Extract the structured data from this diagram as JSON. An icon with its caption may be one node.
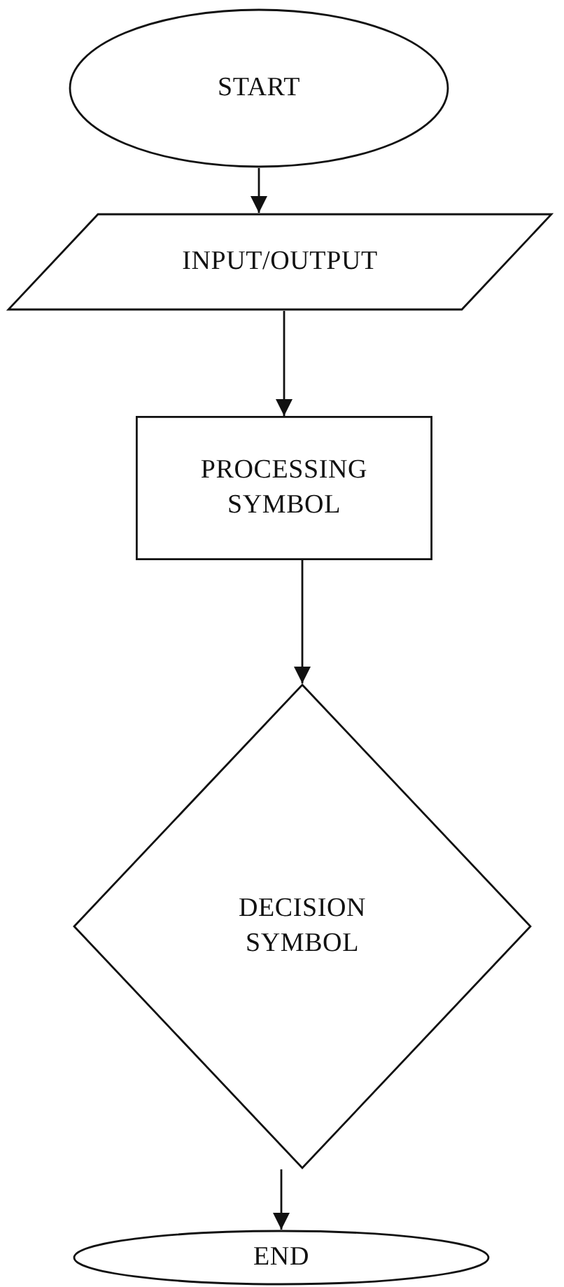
{
  "diagram": {
    "nodes": [
      {
        "text": [
          "START"
        ]
      },
      {
        "text": [
          "INPUT/OUTPUT"
        ]
      },
      {
        "text": [
          "PROCESSING SYMBOL"
        ]
      },
      {
        "text": [
          "DECISION SYMBOL"
        ]
      },
      {
        "text": [
          "END"
        ]
      }
    ],
    "edges": [
      {
        "from": 0,
        "to": 1,
        "arrow": "to"
      },
      {
        "from": 1,
        "to": 2,
        "arrow": "to"
      },
      {
        "from": 2,
        "to": 3,
        "arrow": "to"
      },
      {
        "from": 3,
        "to": 4,
        "arrow": "to"
      }
    ]
  }
}
